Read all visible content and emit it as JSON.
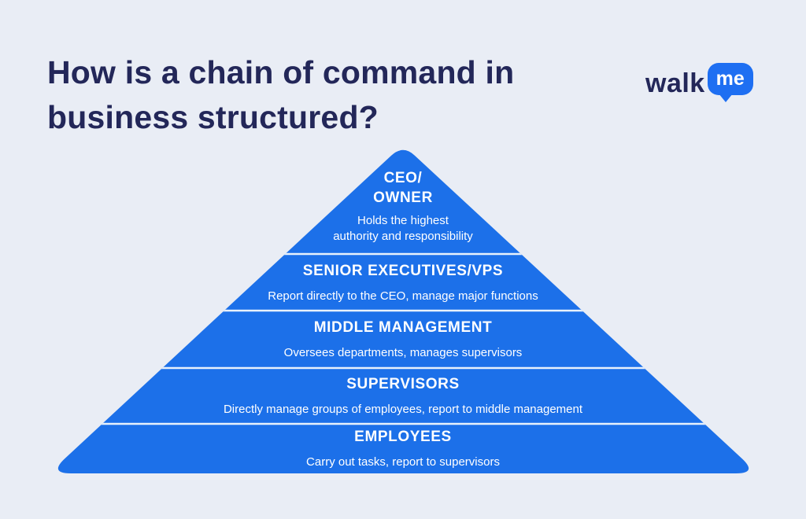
{
  "title": {
    "text": "How is a chain of command in\nbusiness structured?"
  },
  "logo": {
    "walk_text": "walk",
    "me_text": "me",
    "navy": "#232759",
    "bubble_blue": "#1E6FF2"
  },
  "colors": {
    "background": "#E9EDF5",
    "pyramid_blue": "#1C70E9",
    "divider": "#E7F1FC",
    "title_navy": "#232759",
    "tier_text": "#FFFFFF"
  },
  "pyramid": {
    "fill": "#1C70E9",
    "divider_color": "#E7F1FC",
    "levels": [
      {
        "heading": "CEO/\nOWNER",
        "subtitle": "Holds the highest\nauthority and responsibility"
      },
      {
        "heading": "SENIOR EXECUTIVES/VPS",
        "subtitle": "Report directly to the CEO, manage major functions"
      },
      {
        "heading": "MIDDLE MANAGEMENT",
        "subtitle": "Oversees departments, manages supervisors"
      },
      {
        "heading": "SUPERVISORS",
        "subtitle": "Directly manage groups of employees, report to middle management"
      },
      {
        "heading": "EMPLOYEES",
        "subtitle": "Carry out tasks, report to supervisors"
      }
    ]
  }
}
